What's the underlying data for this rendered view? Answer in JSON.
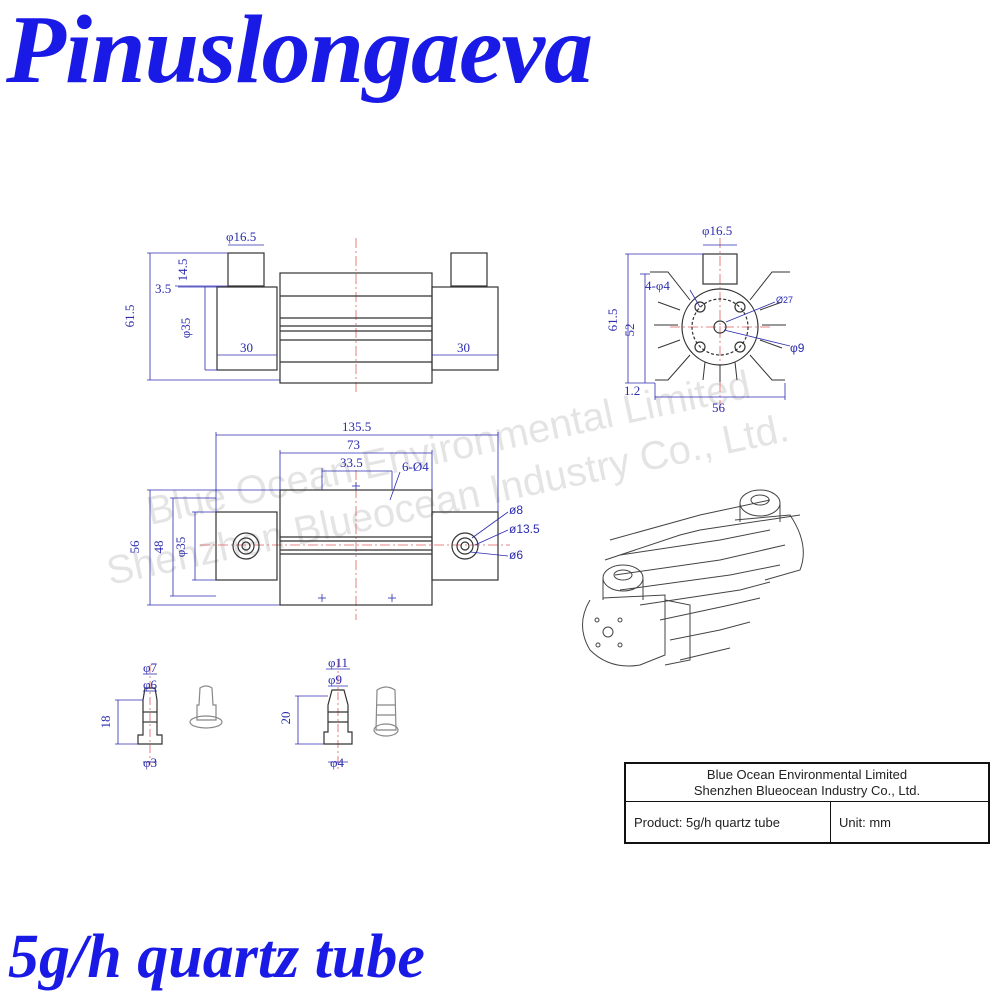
{
  "brand": "Pinuslongaeva",
  "product_title": "5g/h quartz tube",
  "watermark": {
    "line1": "Blue Ocean Environmental Limited",
    "line2": "Shenzhen Blueocean Industry Co., Ltd."
  },
  "title_block": {
    "company_line1": "Blue Ocean Environmental Limited",
    "company_line2": "Shenzhen Blueocean Industry Co., Ltd.",
    "product": "Product: 5g/h quartz tube",
    "unit": "Unit: mm"
  },
  "front_view": {
    "d_top": "φ16.5",
    "h_total": "61.5",
    "h_nozzle": "14.5",
    "h_offset": "3.5",
    "d_block": "φ35",
    "w_left": "30",
    "w_right": "30"
  },
  "side_view": {
    "d_top": "φ16.5",
    "holes": "4-φ4",
    "d_circle": "Ø27",
    "h_total": "61.5",
    "h_body": "52",
    "h_base": "1.2",
    "w_base": "56",
    "d_center": "φ9"
  },
  "top_view": {
    "l_total": "135.5",
    "l_body": "73",
    "l_half": "33.5",
    "holes": "6-Ø4",
    "h_outer": "56",
    "h_inner": "48",
    "d_body": "φ35",
    "d_a": "ø8",
    "d_b": "ø13.5",
    "d_c": "ø6"
  },
  "fitting_small": {
    "d_top": "φ7",
    "d_mid": "φ6",
    "height": "18",
    "d_bore": "φ3"
  },
  "fitting_large": {
    "d_top": "φ11",
    "d_mid": "φ9",
    "height": "20",
    "d_bore": "φ4"
  }
}
